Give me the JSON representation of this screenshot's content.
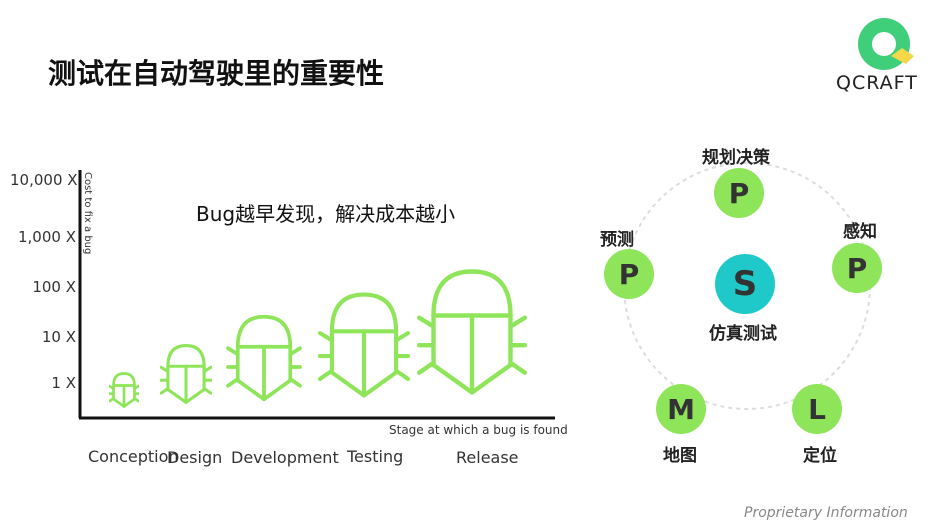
{
  "title": "测试在自动驾驶里的重要性",
  "logo": {
    "text": "QCRAFT",
    "colors": {
      "green": "#3fcf7a",
      "yellow": "#f5d84a"
    }
  },
  "chart": {
    "y_axis_title": "Cost to fix a bug",
    "x_axis_title": "Stage at which a bug is found",
    "headline": "Bug越早发现，解决成本越小",
    "y_ticks": [
      "10,000 X",
      "1,000 X",
      "100 X",
      "10 X",
      "1 X"
    ],
    "stages": [
      "Conception",
      "Design",
      "Development",
      "Testing",
      "Release"
    ],
    "bug_color": "#8fe55a"
  },
  "cycle": {
    "center": {
      "letter": "S",
      "label": "仿真测试",
      "color": "#1fc9c9"
    },
    "nodes": [
      {
        "letter": "P",
        "label": "规划决策"
      },
      {
        "letter": "P",
        "label": "感知"
      },
      {
        "letter": "L",
        "label": "定位"
      },
      {
        "letter": "M",
        "label": "地图"
      },
      {
        "letter": "P",
        "label": "预测"
      }
    ],
    "node_color": "#8fe55a"
  },
  "footer": "Proprietary Information"
}
